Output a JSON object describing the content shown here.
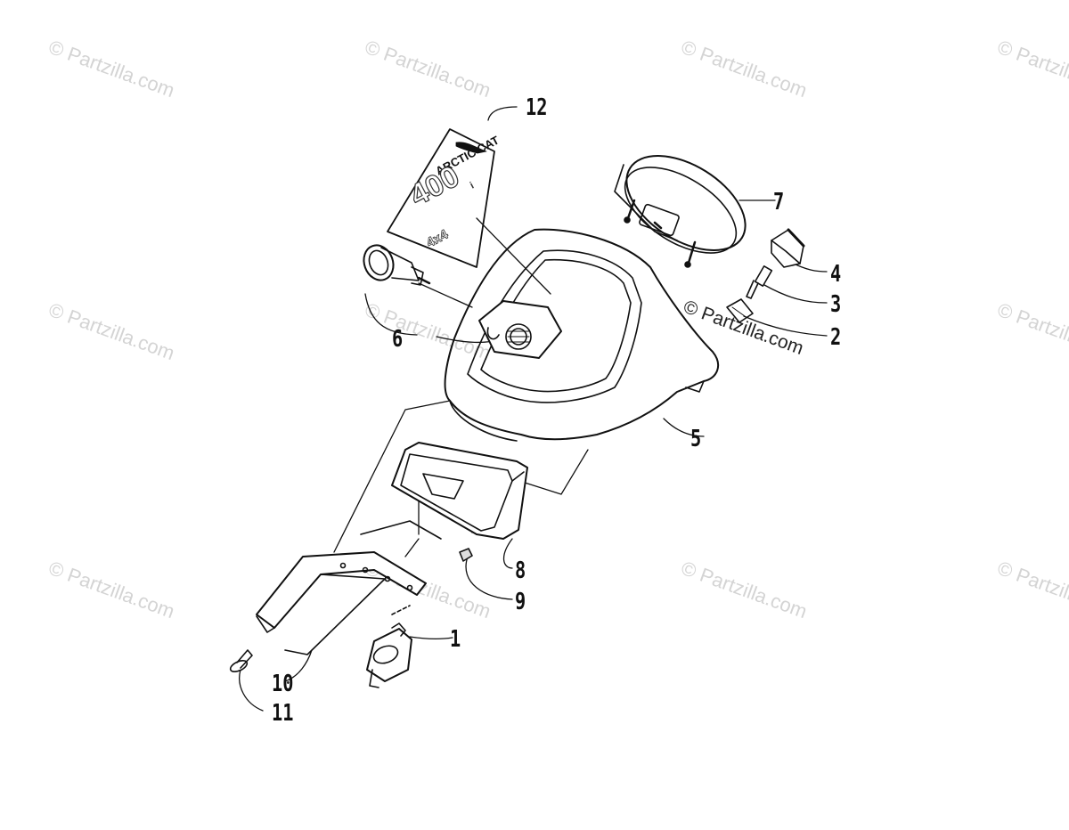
{
  "watermark": {
    "text": "© Partzilla.com"
  },
  "decal": {
    "brand": "ARCTIC CAT",
    "model": "400",
    "suffix": "4x4",
    "badge": "i"
  },
  "callouts": {
    "c1": "1",
    "c2": "2",
    "c3": "3",
    "c4": "4",
    "c5": "5",
    "c6": "6",
    "c7": "7",
    "c8": "8",
    "c9": "9",
    "c10": "10",
    "c11": "11",
    "c12": "12"
  }
}
